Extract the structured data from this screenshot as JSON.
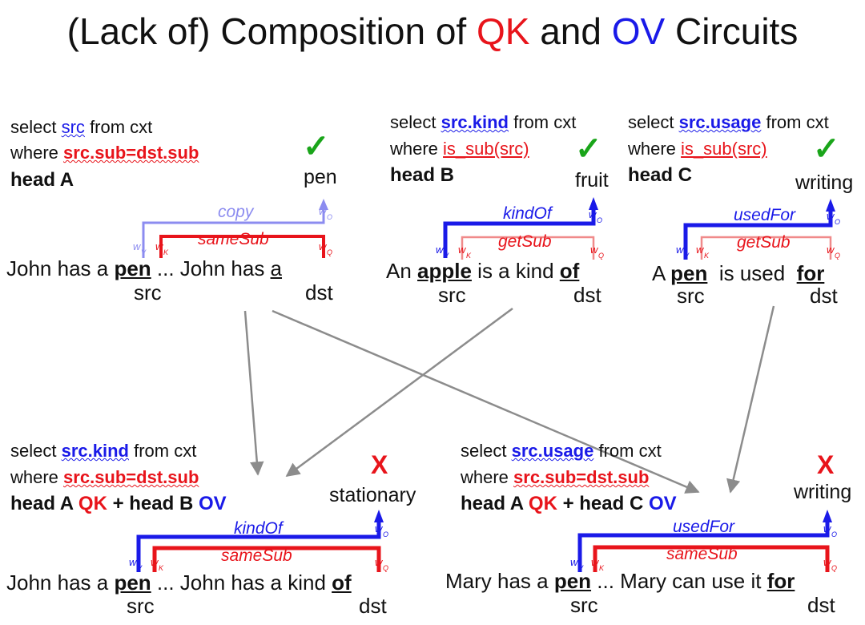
{
  "title": {
    "prefix": "(Lack of) Composition of ",
    "qk": "QK",
    "mid": " and ",
    "ov": "OV",
    "suffix": " Circuits"
  },
  "common": {
    "select": "select",
    "from_cxt": "from cxt",
    "where": "where",
    "src": "src",
    "dst": "dst",
    "check": "✓",
    "cross": "X"
  },
  "headA": {
    "select_field": "src",
    "where_clause": "src.sub=dst.sub",
    "head_label": "head A",
    "output": "pen",
    "ov_label": "copy",
    "qk_label": "sameSub",
    "sentence": {
      "p1": "John has a ",
      "src_word": "pen",
      "p2": " ... John has ",
      "dst_word": "a"
    }
  },
  "headB": {
    "select_field": "src.kind",
    "where_clause": "is_sub(src)",
    "head_label": "head B",
    "output": "fruit",
    "ov_label": "kindOf",
    "qk_label": "getSub",
    "sentence": {
      "p1": "An ",
      "src_word": "apple",
      "p2": " is a kind ",
      "dst_word": "of"
    }
  },
  "headC": {
    "select_field": "src.usage",
    "where_clause": "is_sub(src)",
    "head_label": "head C",
    "output": "writing",
    "ov_label": "usedFor",
    "qk_label": "getSub",
    "sentence": {
      "p1": "A ",
      "src_word": "pen",
      "p2": "  is used  ",
      "dst_word": "for"
    }
  },
  "compAB": {
    "select_field": "src.kind",
    "where_clause": "src.sub=dst.sub",
    "head_parts": {
      "a": "head A ",
      "qk": "QK",
      "plus": " + head B ",
      "ov": "OV"
    },
    "output": "stationary",
    "ov_label": "kindOf",
    "qk_label": "sameSub",
    "sentence": {
      "p1": "John has a ",
      "src_word": "pen",
      "p2": " ... John has a kind ",
      "dst_word": "of"
    }
  },
  "compAC": {
    "select_field": "src.usage",
    "where_clause": "src.sub=dst.sub",
    "head_parts": {
      "a": "head A ",
      "qk": "QK",
      "plus": " + head C ",
      "ov": "OV"
    },
    "output": "writing",
    "ov_label": "usedFor",
    "qk_label": "sameSub",
    "sentence": {
      "p1": "Mary has a ",
      "src_word": "pen",
      "p2": " ... Mary can use it ",
      "dst_word": "for"
    }
  },
  "colors": {
    "qk": "#e8141b",
    "ov": "#1a1ae8",
    "check": "#1aa51a",
    "arrow": "#8c8c8c"
  }
}
